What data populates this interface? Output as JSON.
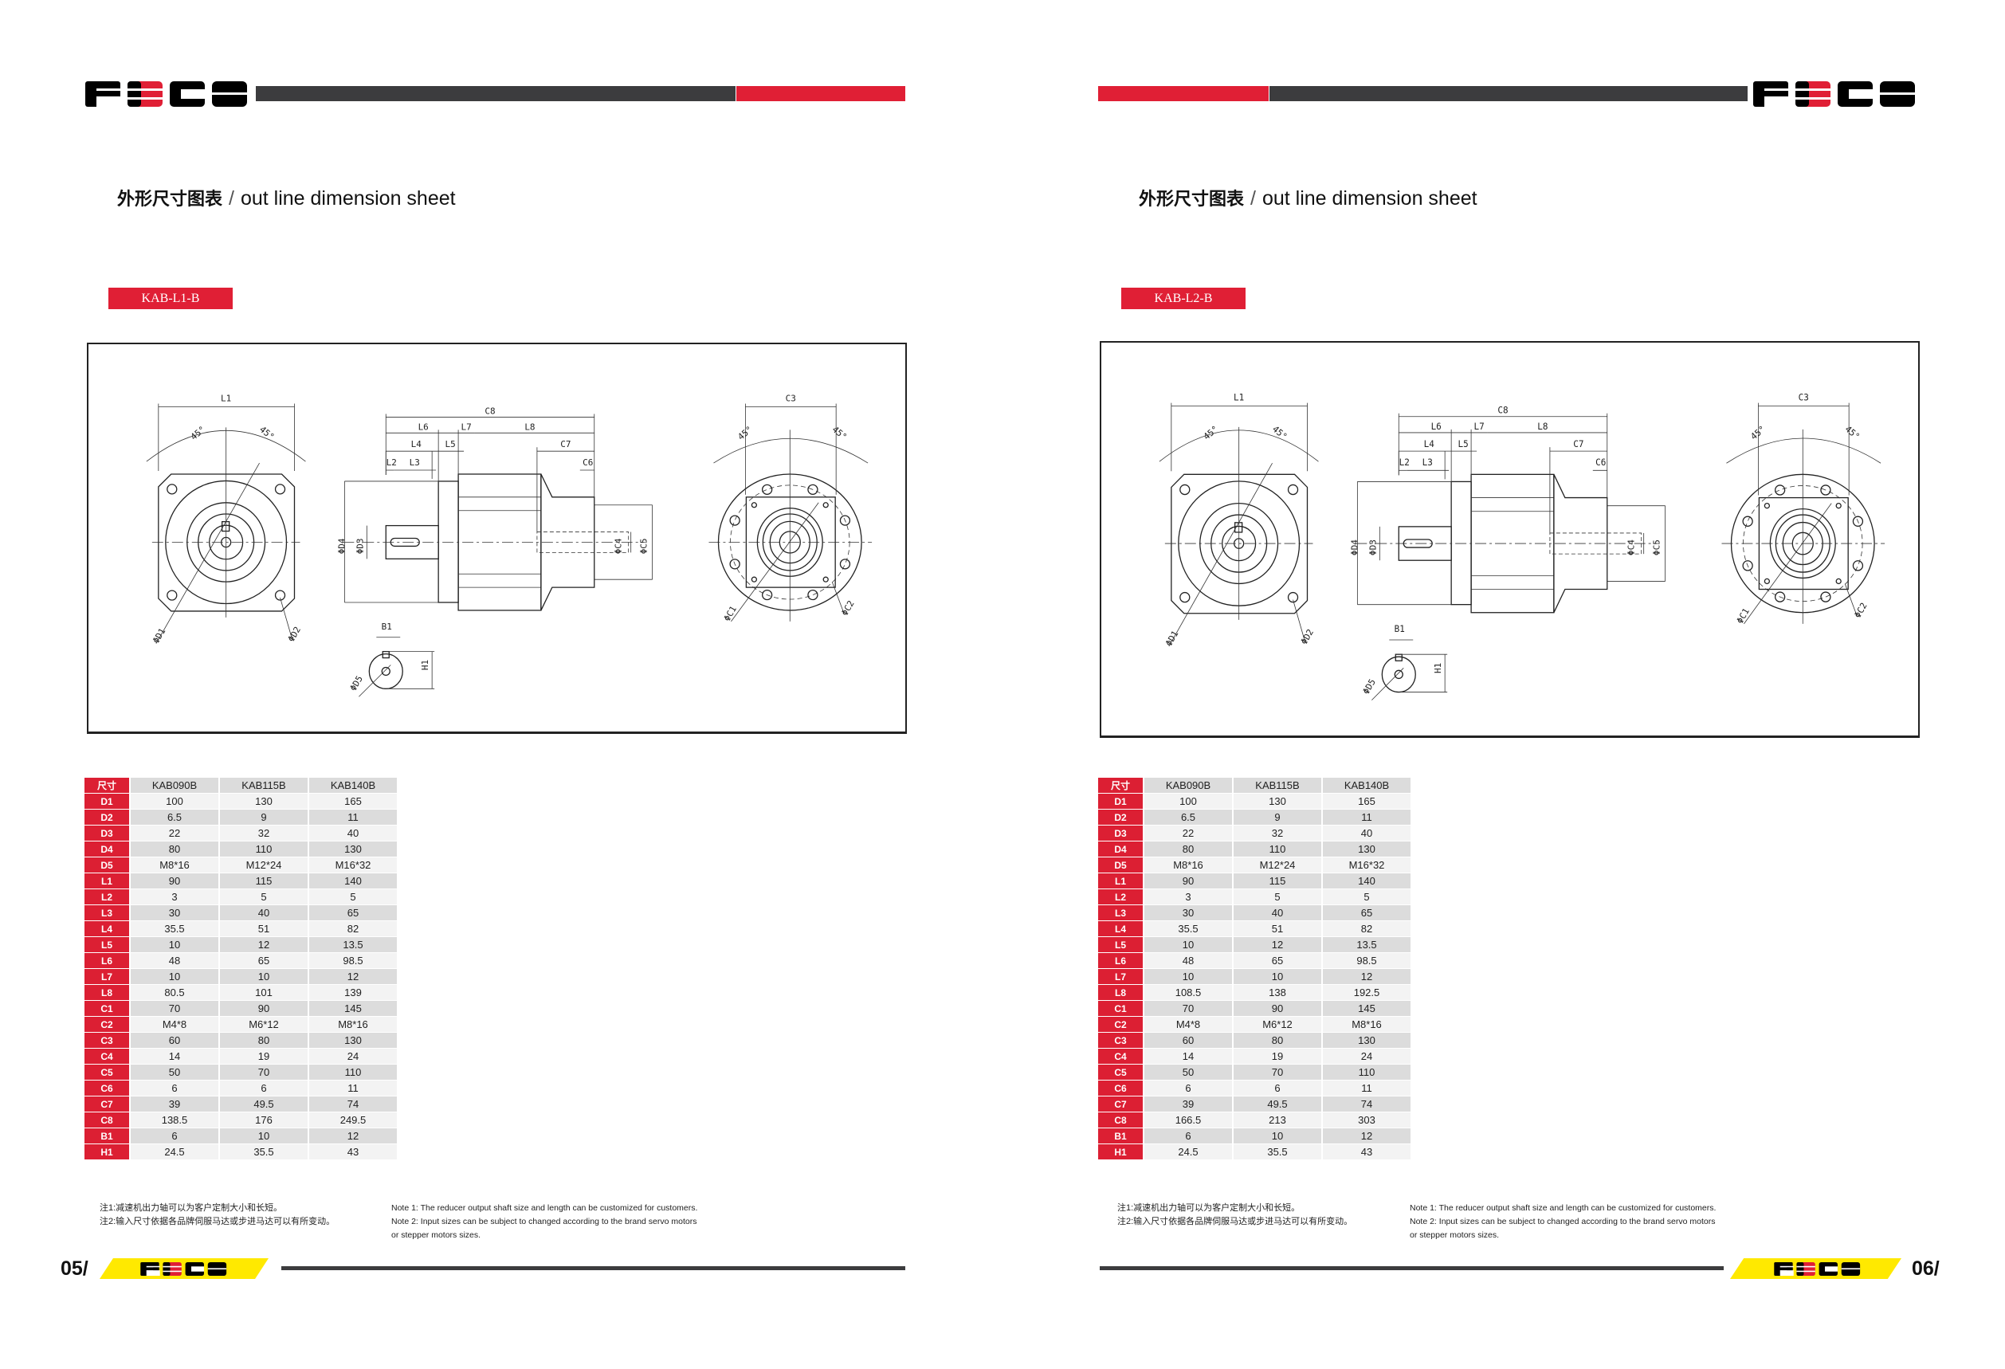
{
  "brand": {
    "logo_text": "FECO",
    "red": "#e01f35",
    "dark": "#3c3c3e",
    "yellow": "#ffe900"
  },
  "pages": [
    {
      "title_cn": "外形尺寸图表",
      "title_sep": "/",
      "title_en": "out line dimension sheet",
      "model_badge": "KAB-L1-B",
      "page_number": "05/",
      "table": {
        "header": [
          "尺寸",
          "KAB090B",
          "KAB115B",
          "KAB140B"
        ],
        "rows": [
          [
            "D1",
            "100",
            "130",
            "165"
          ],
          [
            "D2",
            "6.5",
            "9",
            "11"
          ],
          [
            "D3",
            "22",
            "32",
            "40"
          ],
          [
            "D4",
            "80",
            "110",
            "130"
          ],
          [
            "D5",
            "M8*16",
            "M12*24",
            "M16*32"
          ],
          [
            "L1",
            "90",
            "115",
            "140"
          ],
          [
            "L2",
            "3",
            "5",
            "5"
          ],
          [
            "L3",
            "30",
            "40",
            "65"
          ],
          [
            "L4",
            "35.5",
            "51",
            "82"
          ],
          [
            "L5",
            "10",
            "12",
            "13.5"
          ],
          [
            "L6",
            "48",
            "65",
            "98.5"
          ],
          [
            "L7",
            "10",
            "10",
            "12"
          ],
          [
            "L8",
            "80.5",
            "101",
            "139"
          ],
          [
            "C1",
            "70",
            "90",
            "145"
          ],
          [
            "C2",
            "M4*8",
            "M6*12",
            "M8*16"
          ],
          [
            "C3",
            "60",
            "80",
            "130"
          ],
          [
            "C4",
            "14",
            "19",
            "24"
          ],
          [
            "C5",
            "50",
            "70",
            "110"
          ],
          [
            "C6",
            "6",
            "6",
            "11"
          ],
          [
            "C7",
            "39",
            "49.5",
            "74"
          ],
          [
            "C8",
            "138.5",
            "176",
            "249.5"
          ],
          [
            "B1",
            "6",
            "10",
            "12"
          ],
          [
            "H1",
            "24.5",
            "35.5",
            "43"
          ]
        ]
      }
    },
    {
      "title_cn": "外形尺寸图表",
      "title_sep": "/",
      "title_en": "out line dimension sheet",
      "model_badge": "KAB-L2-B",
      "page_number": "06/",
      "table": {
        "header": [
          "尺寸",
          "KAB090B",
          "KAB115B",
          "KAB140B"
        ],
        "rows": [
          [
            "D1",
            "100",
            "130",
            "165"
          ],
          [
            "D2",
            "6.5",
            "9",
            "11"
          ],
          [
            "D3",
            "22",
            "32",
            "40"
          ],
          [
            "D4",
            "80",
            "110",
            "130"
          ],
          [
            "D5",
            "M8*16",
            "M12*24",
            "M16*32"
          ],
          [
            "L1",
            "90",
            "115",
            "140"
          ],
          [
            "L2",
            "3",
            "5",
            "5"
          ],
          [
            "L3",
            "30",
            "40",
            "65"
          ],
          [
            "L4",
            "35.5",
            "51",
            "82"
          ],
          [
            "L5",
            "10",
            "12",
            "13.5"
          ],
          [
            "L6",
            "48",
            "65",
            "98.5"
          ],
          [
            "L7",
            "10",
            "10",
            "12"
          ],
          [
            "L8",
            "108.5",
            "138",
            "192.5"
          ],
          [
            "C1",
            "70",
            "90",
            "145"
          ],
          [
            "C2",
            "M4*8",
            "M6*12",
            "M8*16"
          ],
          [
            "C3",
            "60",
            "80",
            "130"
          ],
          [
            "C4",
            "14",
            "19",
            "24"
          ],
          [
            "C5",
            "50",
            "70",
            "110"
          ],
          [
            "C6",
            "6",
            "6",
            "11"
          ],
          [
            "C7",
            "39",
            "49.5",
            "74"
          ],
          [
            "C8",
            "166.5",
            "213",
            "303"
          ],
          [
            "B1",
            "6",
            "10",
            "12"
          ],
          [
            "H1",
            "24.5",
            "35.5",
            "43"
          ]
        ]
      }
    }
  ],
  "notes": {
    "cn": [
      "注1:减速机出力轴可以为客户定制大小和长短。",
      "注2:输入尺寸依据各品牌伺服马达或步进马达可以有所变动。"
    ],
    "en": [
      "Note 1: The reducer output shaft size and length can be customized for customers.",
      "Note 2: Input sizes can be subject to changed according to the brand servo motors",
      "or stepper motors sizes."
    ]
  },
  "drawing_labels": [
    "L1",
    "45°",
    "45°",
    "C8",
    "L6",
    "L7",
    "L8",
    "L4",
    "L5",
    "L2",
    "L3",
    "C7",
    "C6",
    "ΦD4",
    "ΦD3",
    "ΦC4",
    "ΦC5",
    "ΦD1",
    "ΦD2",
    "B1",
    "H1",
    "ΦD5",
    "C3",
    "45°",
    "45°",
    "ΦC1",
    "ΦC2"
  ]
}
